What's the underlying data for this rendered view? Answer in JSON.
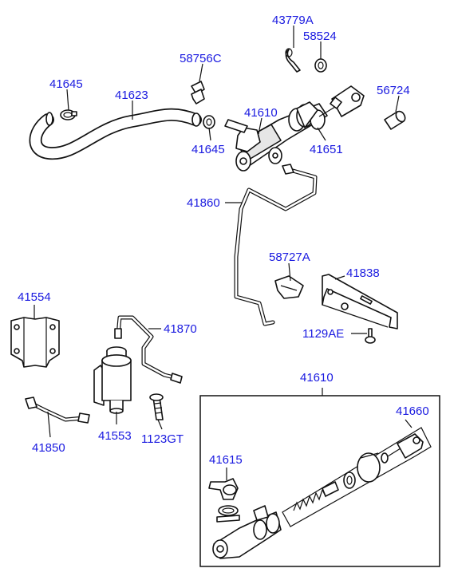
{
  "diagram": {
    "labels": {
      "l43779A": "43779A",
      "l58524": "58524",
      "l58756C": "58756C",
      "l41645_top": "41645",
      "l41623": "41623",
      "l41610_top": "41610",
      "l56724": "56724",
      "l41645_mid": "41645",
      "l41651": "41651",
      "l41860": "41860",
      "l58727A": "58727A",
      "l41838": "41838",
      "l1129AE": "1129AE",
      "l41554": "41554",
      "l41870": "41870",
      "l41553": "41553",
      "l1123GT": "1123GT",
      "l41850": "41850",
      "l41610_box": "41610",
      "l41660": "41660",
      "l41615": "41615"
    }
  }
}
